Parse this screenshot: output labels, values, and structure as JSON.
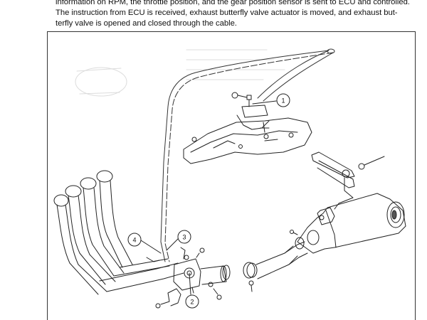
{
  "manual_text": {
    "line_cut": "information on RPM, the throttle position, and the gear position sensor is sent to ECU and controlled.",
    "line_1": "The instruction from ECU is received, exhaust butterfly valve actuator is moved, and exhaust but-",
    "line_2": "terfly valve is opened and closed through the cable."
  },
  "callouts": [
    "1",
    "2",
    "3",
    "4"
  ]
}
